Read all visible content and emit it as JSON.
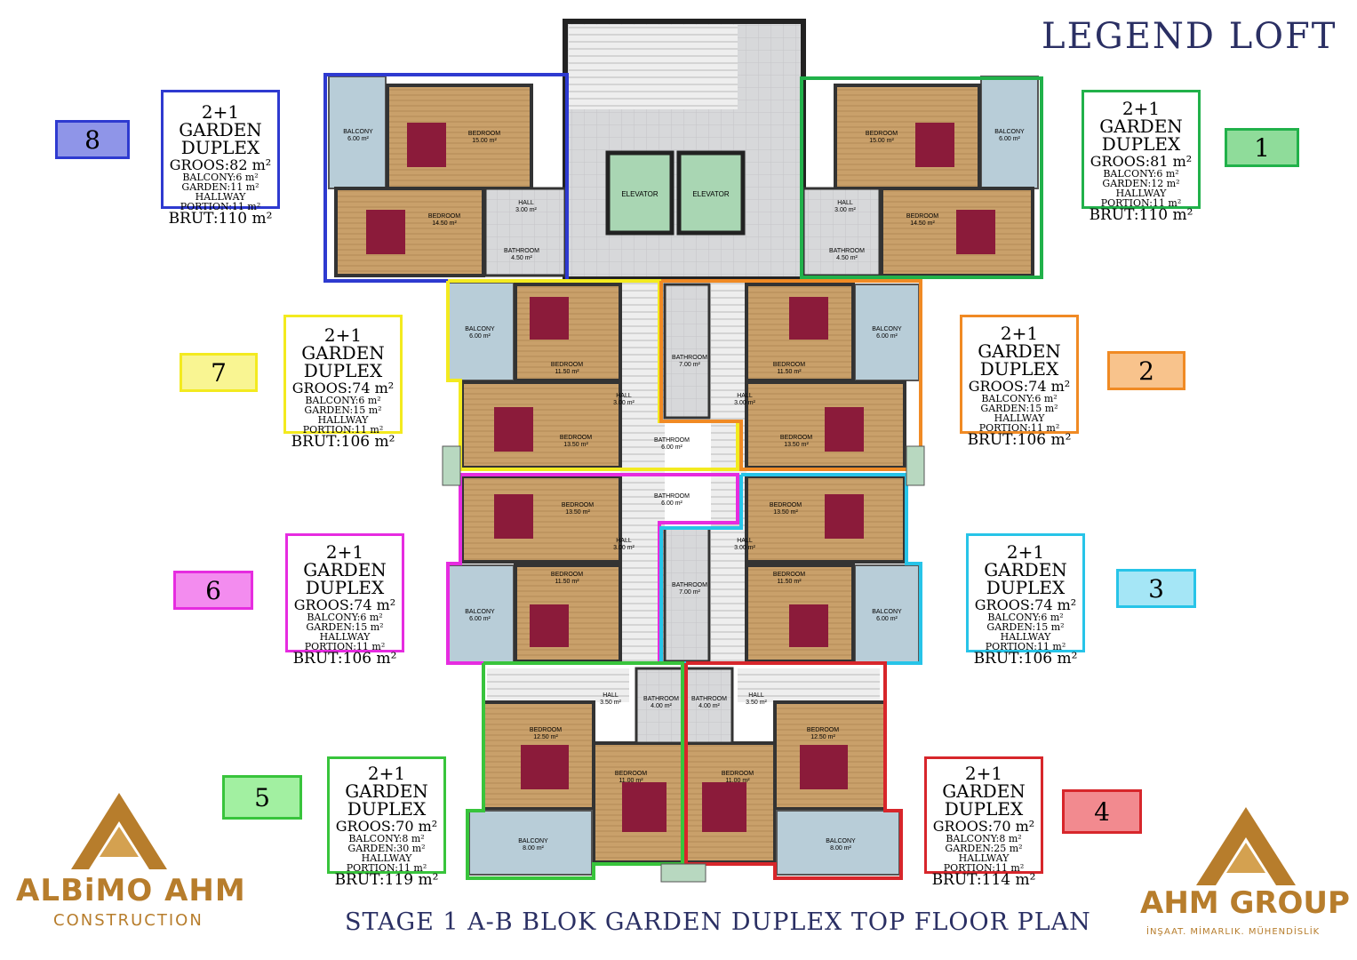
{
  "header": {
    "project_title": "LEGEND LOFT"
  },
  "footer": {
    "plan_title": "STAGE 1  A-B BLOK GARDEN DUPLEX TOP FLOOR PLAN"
  },
  "colors": {
    "unit1": "#21b14a",
    "unit2": "#f08a24",
    "unit3": "#27c4e8",
    "unit4": "#d7262b",
    "unit5": "#38c43c",
    "unit6": "#e62ce0",
    "unit7": "#f3ea1f",
    "unit8": "#2e3ad0",
    "gold": "#b77d2c",
    "navy": "#2a2f63"
  },
  "units": [
    {
      "number": "1",
      "type": "2+1 GARDEN",
      "subtype": "DUPLEX",
      "gross": "GROOS:81 m²",
      "balcony": "BALCONY:6 m²",
      "garden": "GARDEN:12 m²",
      "hallway": "HALLWAY PORTION:11 m²",
      "brut": "BRUT:110 m²"
    },
    {
      "number": "2",
      "type": "2+1 GARDEN",
      "subtype": "DUPLEX",
      "gross": "GROOS:74 m²",
      "balcony": "BALCONY:6 m²",
      "garden": "GARDEN:15 m²",
      "hallway": "HALLWAY PORTION:11 m²",
      "brut": "BRUT:106 m²"
    },
    {
      "number": "3",
      "type": "2+1 GARDEN",
      "subtype": "DUPLEX",
      "gross": "GROOS:74 m²",
      "balcony": "BALCONY:6 m²",
      "garden": "GARDEN:15 m²",
      "hallway": "HALLWAY PORTION:11 m²",
      "brut": "BRUT:106 m²"
    },
    {
      "number": "4",
      "type": "2+1 GARDEN",
      "subtype": "DUPLEX",
      "gross": "GROOS:70 m²",
      "balcony": "BALCONY:8 m²",
      "garden": "GARDEN:25 m²",
      "hallway": "HALLWAY PORTION:11 m²",
      "brut": "BRUT:114 m²"
    },
    {
      "number": "5",
      "type": "2+1 GARDEN",
      "subtype": "DUPLEX",
      "gross": "GROOS:70 m²",
      "balcony": "BALCONY:8 m²",
      "garden": "GARDEN:30 m²",
      "hallway": "HALLWAY PORTION:11 m²",
      "brut": "BRUT:119 m²"
    },
    {
      "number": "6",
      "type": "2+1 GARDEN",
      "subtype": "DUPLEX",
      "gross": "GROOS:74 m²",
      "balcony": "BALCONY:6 m²",
      "garden": "GARDEN:15 m²",
      "hallway": "HALLWAY PORTION:11 m²",
      "brut": "BRUT:106 m²"
    },
    {
      "number": "7",
      "type": "2+1 GARDEN",
      "subtype": "DUPLEX",
      "gross": "GROOS:74 m²",
      "balcony": "BALCONY:6 m²",
      "garden": "GARDEN:15 m²",
      "hallway": "HALLWAY PORTION:11 m²",
      "brut": "BRUT:106 m²"
    },
    {
      "number": "8",
      "type": "2+1 GARDEN",
      "subtype": "DUPLEX",
      "gross": "GROOS:82 m²",
      "balcony": "BALCONY:6 m²",
      "garden": "GARDEN:11 m²",
      "hallway": "HALLWAY PORTION:11 m²",
      "brut": "BRUT:110 m²"
    }
  ],
  "rooms": {
    "balcony": "BALCONY",
    "bedroom": "BEDROOM",
    "hall": "HALL",
    "bathroom": "BATHROOM",
    "elevator": "ELEVATOR",
    "a600": "6.00 m²",
    "a800": "8.00 m²",
    "a1500": "15.00 m²",
    "a1450": "14.50 m²",
    "a300": "3.00 m²",
    "a450": "4.50 m²",
    "a1150": "11.50 m²",
    "a1350": "13.50 m²",
    "a700": "7.00 m²",
    "a350": "3.50 m²",
    "a400": "4.00 m²",
    "a1250": "12.50 m²",
    "a1100": "11.00 m²"
  },
  "logos": {
    "left_name": "ALBiMO AHM",
    "left_sub": "CONSTRUCTION",
    "right_name": "AHM GROUP",
    "right_sub": "İNŞAAT. MİMARLIK. MÜHENDİSLİK"
  }
}
